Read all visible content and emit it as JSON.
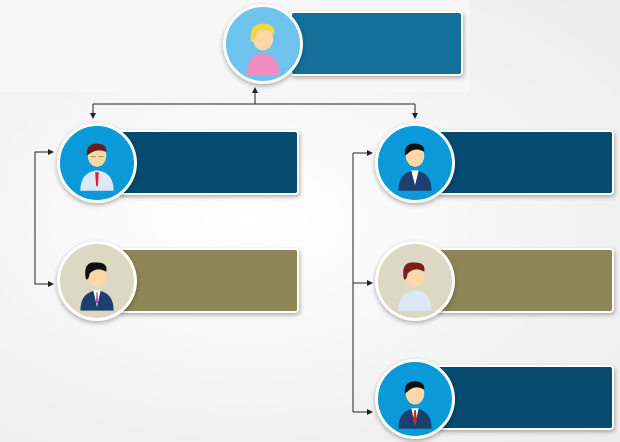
{
  "colors": {
    "top_card": "#146f9a",
    "top_circle": "#6ec3ec",
    "blue_card": "#064c70",
    "blue_circle": "#0a9ad9",
    "olive_card": "#8f8656",
    "beige_circle": "#ddd8c4",
    "connector": "#222222"
  },
  "nodes": [
    {
      "id": "manager",
      "avatar": "woman-blonde-icon"
    },
    {
      "id": "left-1",
      "avatar": "man-glasses-icon"
    },
    {
      "id": "left-2",
      "avatar": "woman-suit-icon"
    },
    {
      "id": "right-1",
      "avatar": "man-suit-icon"
    },
    {
      "id": "right-2",
      "avatar": "woman-shirt-icon"
    },
    {
      "id": "right-3",
      "avatar": "man-suit-tie-icon"
    }
  ]
}
